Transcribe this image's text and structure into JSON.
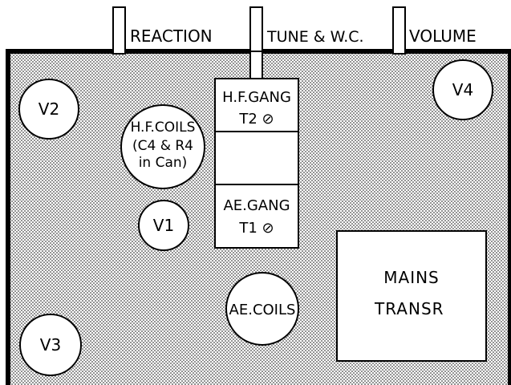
{
  "diagram": {
    "controls": {
      "reaction": "REACTION",
      "tune": "TUNE & W.C.",
      "volume": "VOLUME"
    },
    "valves": {
      "v1": "V1",
      "v2": "V2",
      "v3": "V3",
      "v4": "V4"
    },
    "hf_coils": [
      "H.F.COILS",
      "(C4 & R4",
      "in Can)"
    ],
    "ae_coils": "AE.COILS",
    "hf_gang": [
      "H.F.GANG",
      "T2 ⊘"
    ],
    "ae_gang": [
      "AE.GANG",
      "T1 ⊘"
    ],
    "mains_trans": [
      "MAINS",
      "TRANSR"
    ]
  }
}
